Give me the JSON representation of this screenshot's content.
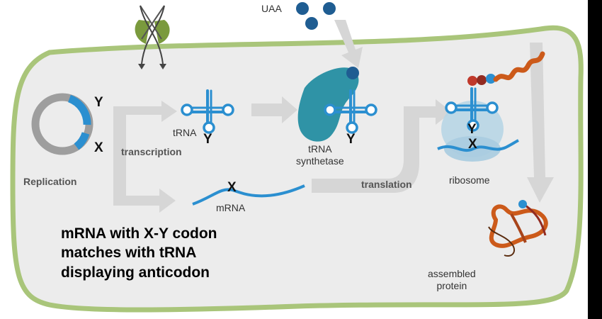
{
  "labels": {
    "uaa": "UAA",
    "y_plasmid": "Y",
    "x_plasmid": "X",
    "replication": "Replication",
    "transcription": "transcription",
    "trna": "tRNA",
    "y_trna_1": "Y",
    "mrna": "mRNA",
    "x_mrna": "X",
    "trna_synthetase": "tRNA\nsynthetase",
    "y_trna_2": "Y",
    "translation": "translation",
    "ribosome": "ribosome",
    "y_ribosome": "Y",
    "x_ribosome": "X",
    "assembled_protein": "assembled\nprotein"
  },
  "caption": {
    "line1": "mRNA with X-Y codon",
    "line2": "matches  with tRNA",
    "line3": "displaying anticodon"
  },
  "colors": {
    "cell_outline": "#a9c57a",
    "cell_fill": "#ececec",
    "arrow": "#d6d6d6",
    "trna": "#2b8fd0",
    "synthetase": "#2f93a6",
    "uaa": "#1f5d92",
    "transporter": "#7a9a3d",
    "protein": "#cc5a1a"
  },
  "icons": [
    "membrane-transporter-icon",
    "plasmid-icon",
    "trna-icon",
    "synthetase-enzyme-icon",
    "ribosome-icon",
    "protein-chain-icon"
  ]
}
